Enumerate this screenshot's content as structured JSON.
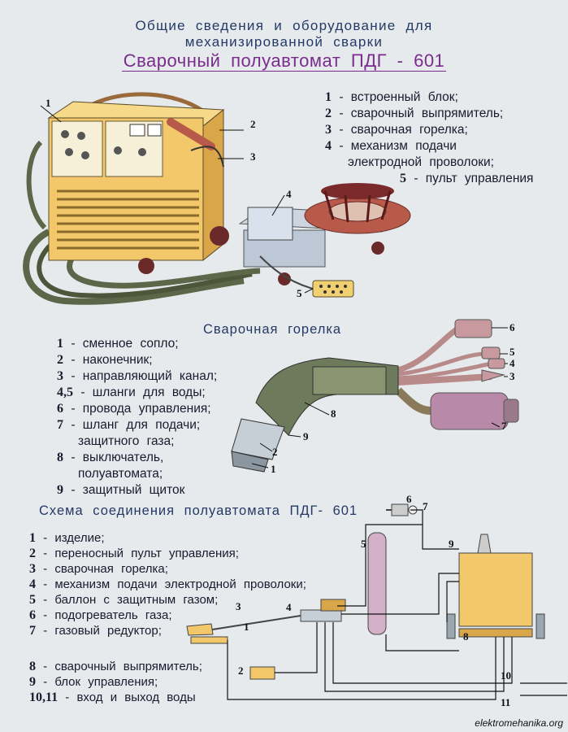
{
  "titles": {
    "line1": "Общие сведения и оборудование для",
    "line2": "механизированной сварки",
    "main": "Сварочный полуавтомат ПДГ - 601"
  },
  "equipment": {
    "items": [
      {
        "num": "1",
        "text": "- встроенный блок;"
      },
      {
        "num": "2",
        "text": "- сварочный выпрямитель;"
      },
      {
        "num": "3",
        "text": "- сварочная горелка;"
      },
      {
        "num": "4",
        "text": "- механизм подачи"
      },
      {
        "num": "",
        "text": "электродной проволоки;"
      },
      {
        "num": "5",
        "text": "- пульт управления"
      }
    ],
    "callouts": [
      "1",
      "2",
      "3",
      "4",
      "5"
    ]
  },
  "torch": {
    "heading": "Сварочная горелка",
    "items": [
      {
        "num": "1",
        "text": "- сменное сопло;"
      },
      {
        "num": "2",
        "text": "- наконечник;"
      },
      {
        "num": "3",
        "text": "- направляющий канал;"
      },
      {
        "num": "4,5",
        "text": "- шланги для воды;"
      },
      {
        "num": "6",
        "text": "- провода управления;"
      },
      {
        "num": "7",
        "text": "- шланг для подачи;"
      },
      {
        "num": "",
        "text": "защитного газа;"
      },
      {
        "num": "8",
        "text": "- выключатель,"
      },
      {
        "num": "",
        "text": "полуавтомата;"
      },
      {
        "num": "9",
        "text": "- защитный щиток"
      }
    ],
    "callouts": [
      "6",
      "5",
      "4",
      "3",
      "7",
      "8",
      "9",
      "2",
      "1"
    ]
  },
  "scheme": {
    "heading": "Схема соединения полуавтомата ПДГ- 601",
    "items": [
      {
        "num": "1",
        "text": "- изделие;"
      },
      {
        "num": "2",
        "text": "- переносный пульт управления;"
      },
      {
        "num": "3",
        "text": "- сварочная горелка;"
      },
      {
        "num": "4",
        "text": "- механизм подачи электродной проволоки;"
      },
      {
        "num": "5",
        "text": "- баллон с защитным газом;"
      },
      {
        "num": "6",
        "text": "- подогреватель газа;"
      },
      {
        "num": "7",
        "text": "- газовый редуктор;"
      }
    ],
    "items2": [
      {
        "num": "8",
        "text": "- сварочный выпрямитель;"
      },
      {
        "num": "9",
        "text": "- блок управления;"
      },
      {
        "num": "10,11",
        "text": "- вход и выход воды"
      }
    ],
    "callouts": [
      "1",
      "2",
      "3",
      "4",
      "5",
      "6",
      "7",
      "8",
      "9",
      "10",
      "11"
    ]
  },
  "watermark": "elektromehanika.org",
  "colors": {
    "title": "#233a66",
    "main_title": "#7a2c8c",
    "cabinet": "#f2c86a",
    "hose": "#5c6648",
    "reel": "#b85a4a",
    "torch_body": "#6e7a5c",
    "cylinder": "#b889a8"
  }
}
